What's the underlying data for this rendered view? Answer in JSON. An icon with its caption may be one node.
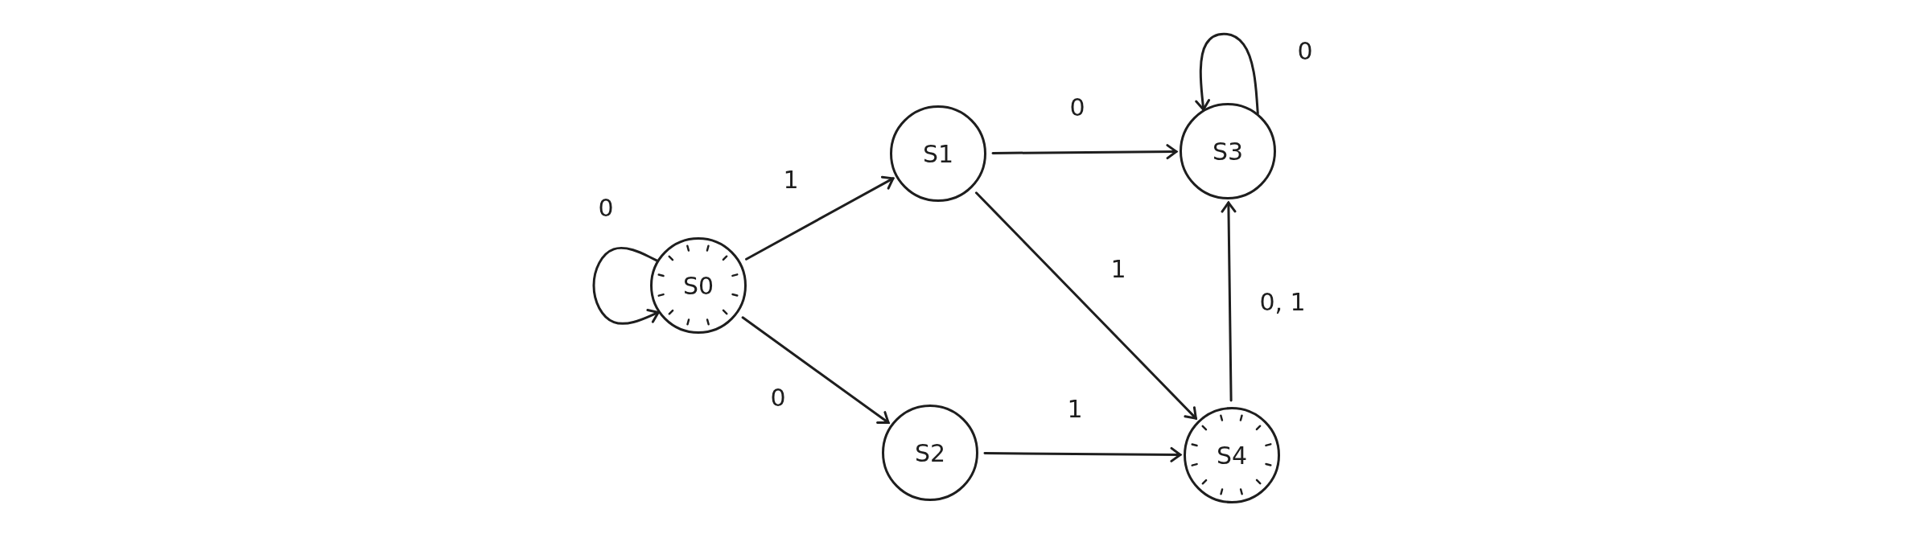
{
  "diagram": {
    "nodes": [
      {
        "text": [
          "S0"
        ]
      },
      {
        "text": [
          "S1"
        ]
      },
      {
        "text": [
          "S2"
        ]
      },
      {
        "text": [
          "S3"
        ]
      },
      {
        "text": [
          "S4"
        ]
      }
    ],
    "edges": [
      {
        "from": 0,
        "to": 0,
        "arrow": "to",
        "label": "0"
      },
      {
        "from": 0,
        "to": 1,
        "arrow": "to",
        "label": "1"
      },
      {
        "from": 0,
        "to": 2,
        "arrow": "to",
        "label": "0"
      },
      {
        "from": 1,
        "to": 3,
        "arrow": "to",
        "label": "0"
      },
      {
        "from": 1,
        "to": 4,
        "arrow": "to",
        "label": "1"
      },
      {
        "from": 2,
        "to": 4,
        "arrow": "to",
        "label": "1"
      },
      {
        "from": 4,
        "to": 3,
        "arrow": "to",
        "label": "0, 1"
      },
      {
        "from": 3,
        "to": 3,
        "arrow": "to",
        "label": "0"
      }
    ]
  }
}
